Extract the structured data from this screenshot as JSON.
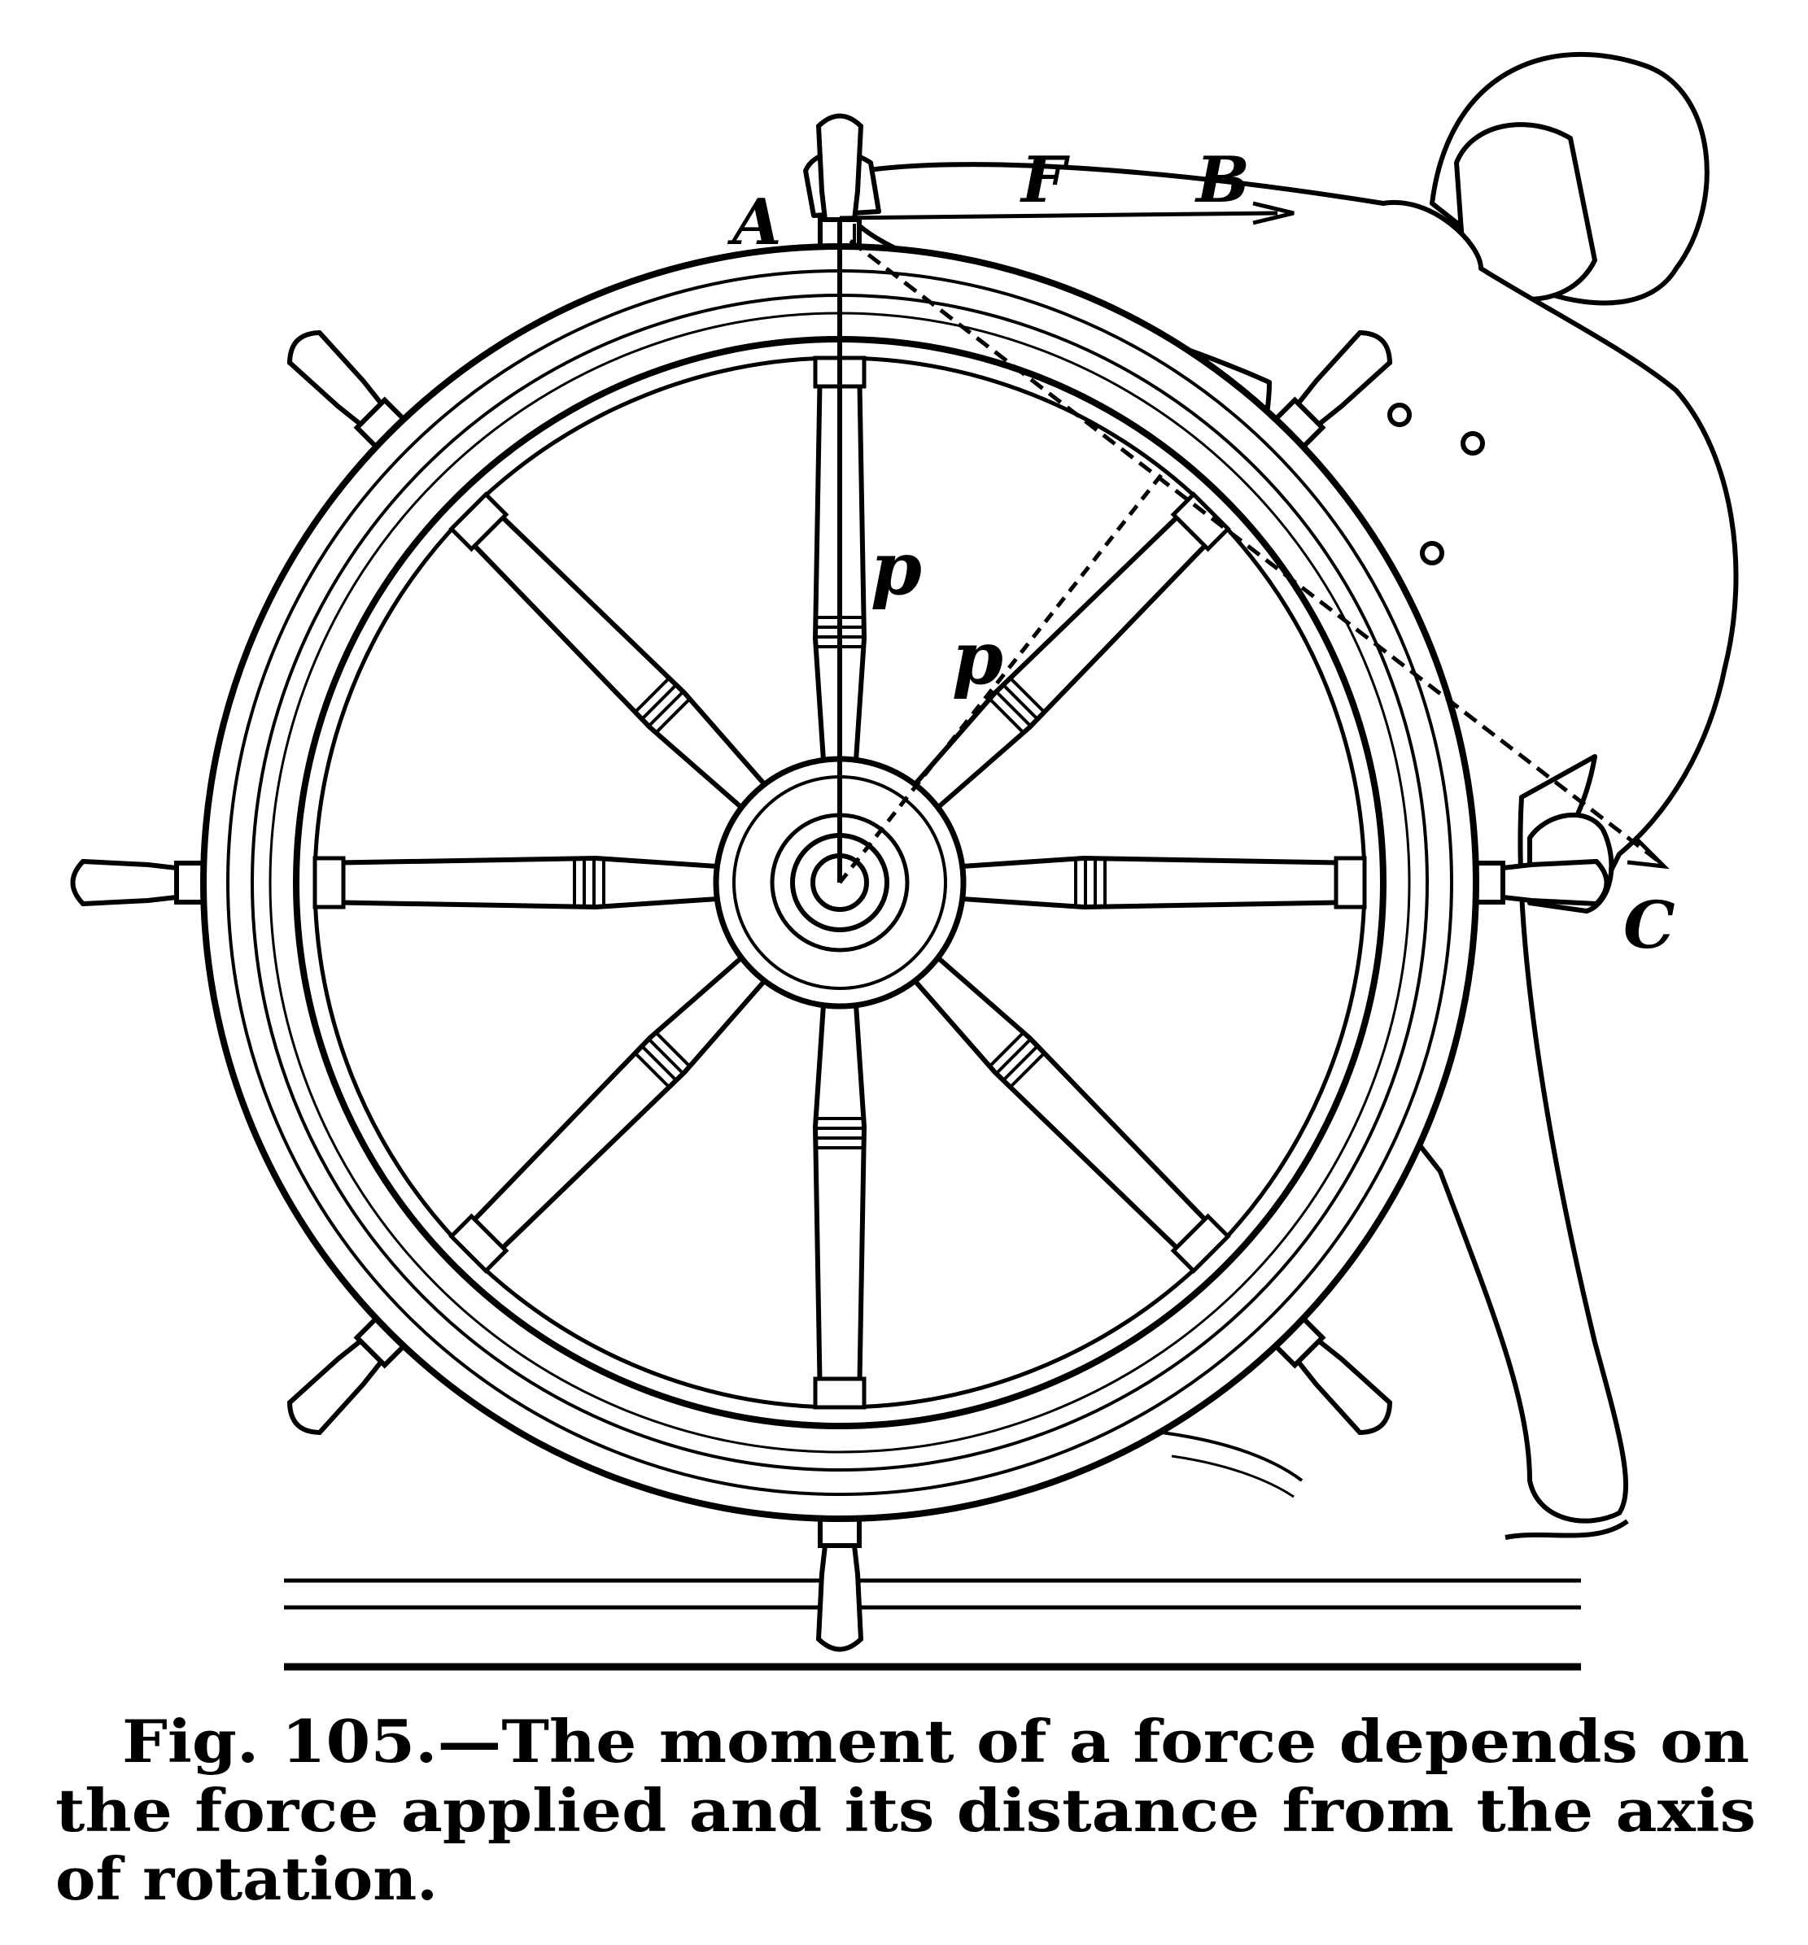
{
  "figure": {
    "labels": {
      "A": "A",
      "F": "F",
      "B": "B",
      "p1": "p",
      "p2": "p",
      "C": "C"
    },
    "caption": {
      "line1": "Fig. 105.—The moment of a force depends on",
      "line2": "the force applied and its distance from the axis",
      "line3": "of rotation."
    },
    "spoke_count": 8
  }
}
